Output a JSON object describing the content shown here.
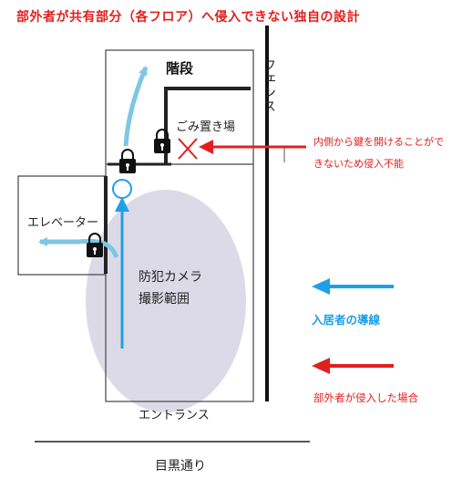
{
  "title": "部外者が共有部分（各フロア）へ侵入できない独自の設計",
  "labels": {
    "stairs": "階段",
    "fence": "フェンス",
    "trash_area": "ごみ置き場",
    "elevator": "エレベーター",
    "camera_range": "防犯カメラ\n撮影範囲",
    "entrance": "エントランス",
    "street": "目黒通り"
  },
  "note": "内側から鍵を開けることができないため侵入不能",
  "legend": {
    "resident_path": "入居者の導線",
    "outsider_intrusion": "部外者が侵入した場合"
  },
  "colors": {
    "title": "#e0201f",
    "resident_path": "#1ea0e8",
    "outsider_path": "#e0201f",
    "camera_range": "#d9d6e6",
    "resident_arrow_light": "#7ec6e4"
  },
  "icons": [
    "padlock-icon",
    "padlock-icon",
    "padlock-icon",
    "x-mark-icon",
    "circle-marker-icon"
  ]
}
